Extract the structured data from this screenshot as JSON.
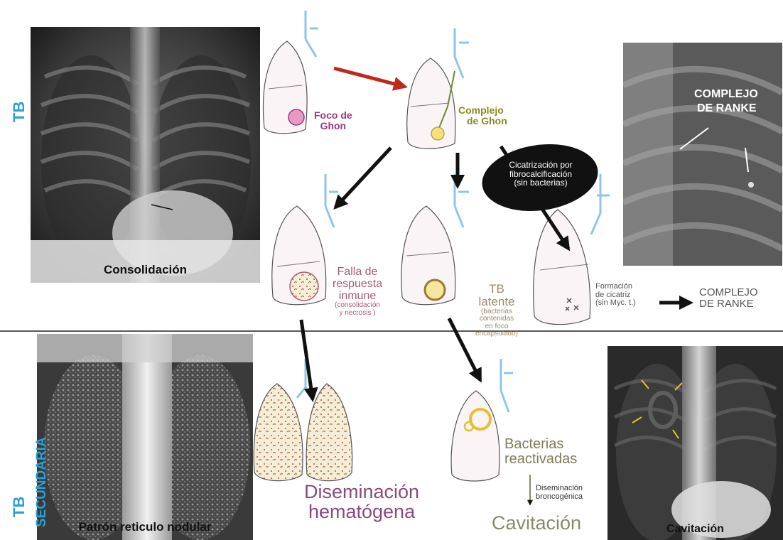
{
  "side_labels": {
    "top_tb": "TB",
    "bottom_tb": "TB",
    "bottom_secundaria": "SECUNDARIA"
  },
  "xrays": {
    "consolidacion": "Consolidación",
    "patron": "Patrón reticulo nodular",
    "cavitacion": "Cavitación",
    "ranke_line1": "COMPLEJO",
    "ranke_line2": "DE RANKE"
  },
  "labels": {
    "foco_ghon_1": "Foco de",
    "foco_ghon_2": "Ghon",
    "complejo_ghon_1": "Complejo",
    "complejo_ghon_2": "de Ghon",
    "cicatrizacion_1": "Cicatrización por",
    "cicatrizacion_2": "fibrocalcificación",
    "cicatrizacion_3": "(sin bacterias)",
    "falla_1": "Falla de",
    "falla_2": "respuesta",
    "falla_3": "inmune",
    "falla_sub_1": "(consolidación",
    "falla_sub_2": "y necrosis )",
    "latente_1": "TB",
    "latente_2": "latente",
    "latente_sub_1": "(bacterias",
    "latente_sub_2": "contenidas",
    "latente_sub_3": "en foco",
    "latente_sub_4": "encapsulado)",
    "formacion_1": "Formación",
    "formacion_2": "de cicatriz",
    "formacion_3": "(sin Myc. t.)",
    "ranke_text_1": "COMPLEJO",
    "ranke_text_2": "DE RANKE",
    "disem_hema_1": "Diseminación",
    "disem_hema_2": "hematógena",
    "bacterias_1": "Bacterias",
    "bacterias_2": "reactivadas",
    "disem_bronco_1": "Diseminación",
    "disem_bronco_2": "broncogénica",
    "cavitacion_text": "Cavitación"
  },
  "colors": {
    "tb_blue": "#2aa0d6",
    "ghon_pink": "#9b3a76",
    "complejo_olive": "#8a8a1c",
    "falla_rose": "#a85a70",
    "latente_tan": "#9b8a6a",
    "hema_purple": "#8a4a7c",
    "bact_olive": "#7e7e5a",
    "red_arrow": "#c0281c"
  }
}
